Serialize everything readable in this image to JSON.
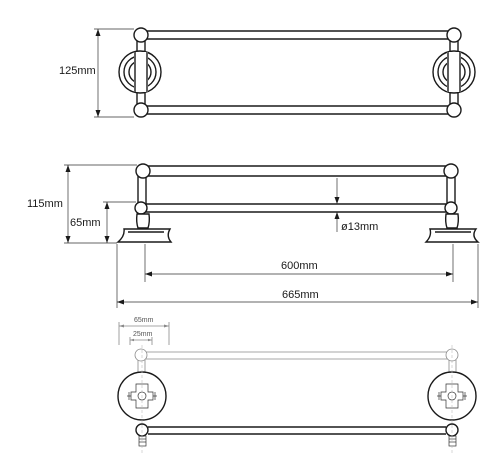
{
  "dimensions": {
    "top_view_depth": "125mm",
    "front_total_height": "115mm",
    "front_lower_height": "65mm",
    "bar_diameter": "ø13mm",
    "inner_length": "600mm",
    "overall_length": "665mm",
    "bottom_view_base": "65mm",
    "bottom_view_offset": "25mm"
  }
}
